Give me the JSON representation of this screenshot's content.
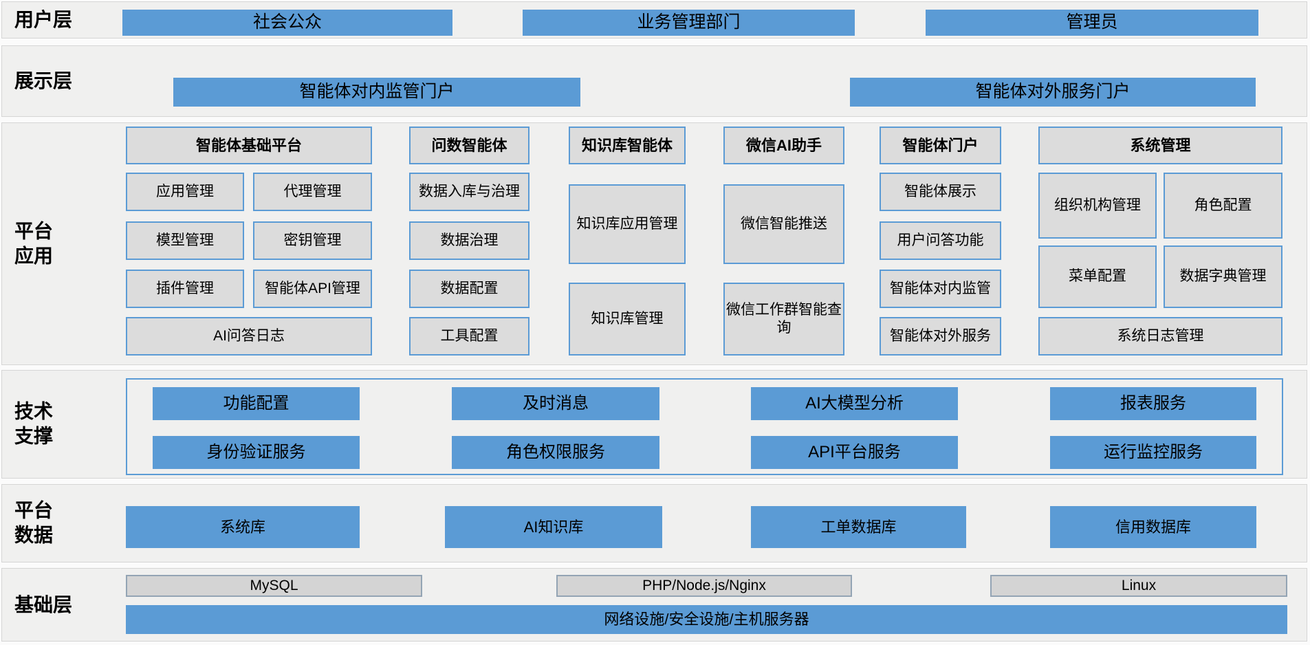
{
  "diagram": {
    "colors": {
      "accent_blue": "#5b9bd5",
      "box_grey": "#dcdcdc",
      "band_bg": "#f0f0ef"
    },
    "layers": {
      "user": {
        "label": "用户层",
        "items": [
          "社会公众",
          "业务管理部门",
          "管理员"
        ]
      },
      "display": {
        "label": "展示层",
        "items": [
          "智能体对内监管门户",
          "智能体对外服务门户"
        ]
      },
      "platform_app": {
        "label": "平台应用",
        "columns": [
          {
            "header": "智能体基础平台",
            "items": [
              "应用管理",
              "代理管理",
              "模型管理",
              "密钥管理",
              "插件管理",
              "智能体API管理",
              "AI问答日志"
            ]
          },
          {
            "header": "问数智能体",
            "items": [
              "数据入库与治理",
              "数据治理",
              "数据配置",
              "工具配置"
            ]
          },
          {
            "header": "知识库智能体",
            "items": [
              "知识库应用管理",
              "知识库管理"
            ]
          },
          {
            "header": "微信AI助手",
            "items": [
              "微信智能推送",
              "微信工作群智能查询"
            ]
          },
          {
            "header": "智能体门户",
            "items": [
              "智能体展示",
              "用户问答功能",
              "智能体对内监管",
              "智能体对外服务"
            ]
          },
          {
            "header": "系统管理",
            "items": [
              "组织机构管理",
              "角色配置",
              "菜单配置",
              "数据字典管理",
              "系统日志管理"
            ]
          }
        ]
      },
      "tech_support": {
        "label": "技术支撑",
        "row1": [
          "功能配置",
          "及时消息",
          "AI大模型分析",
          "报表服务"
        ],
        "row2": [
          "身份验证服务",
          "角色权限服务",
          "API平台服务",
          "运行监控服务"
        ]
      },
      "platform_data": {
        "label": "平台数据",
        "items": [
          "系统库",
          "AI知识库",
          "工单数据库",
          "信用数据库"
        ]
      },
      "base": {
        "label": "基础层",
        "items": [
          "MySQL",
          "PHP/Node.js/Nginx",
          "Linux"
        ],
        "bar": "网络设施/安全设施/主机服务器"
      }
    }
  }
}
